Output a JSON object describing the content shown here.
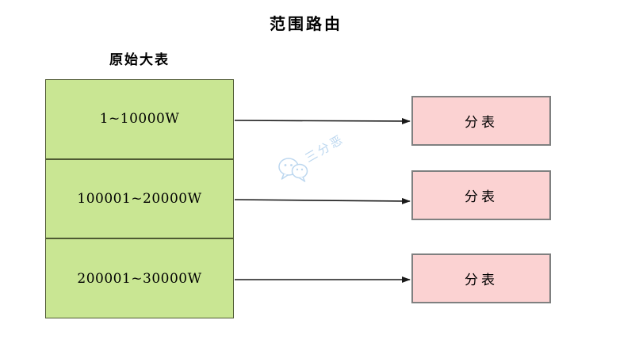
{
  "title": "范围路由",
  "source_table": {
    "label": "原始大表",
    "rows": [
      {
        "label": "1~10000W"
      },
      {
        "label": "100001~20000W"
      },
      {
        "label": "200001~30000W"
      }
    ]
  },
  "shard_tables": [
    {
      "label": "分表"
    },
    {
      "label": "分表"
    },
    {
      "label": "分表"
    }
  ],
  "watermark": {
    "text": "三分恶",
    "icon": "wechat-icon"
  },
  "colors": {
    "source_fill": "#c9e693",
    "source_border": "#4f5a33",
    "shard_fill": "#fbd2d2",
    "shard_border": "#7f8080",
    "watermark": "#b5d3ee",
    "arrow": "#1a1a1a"
  }
}
